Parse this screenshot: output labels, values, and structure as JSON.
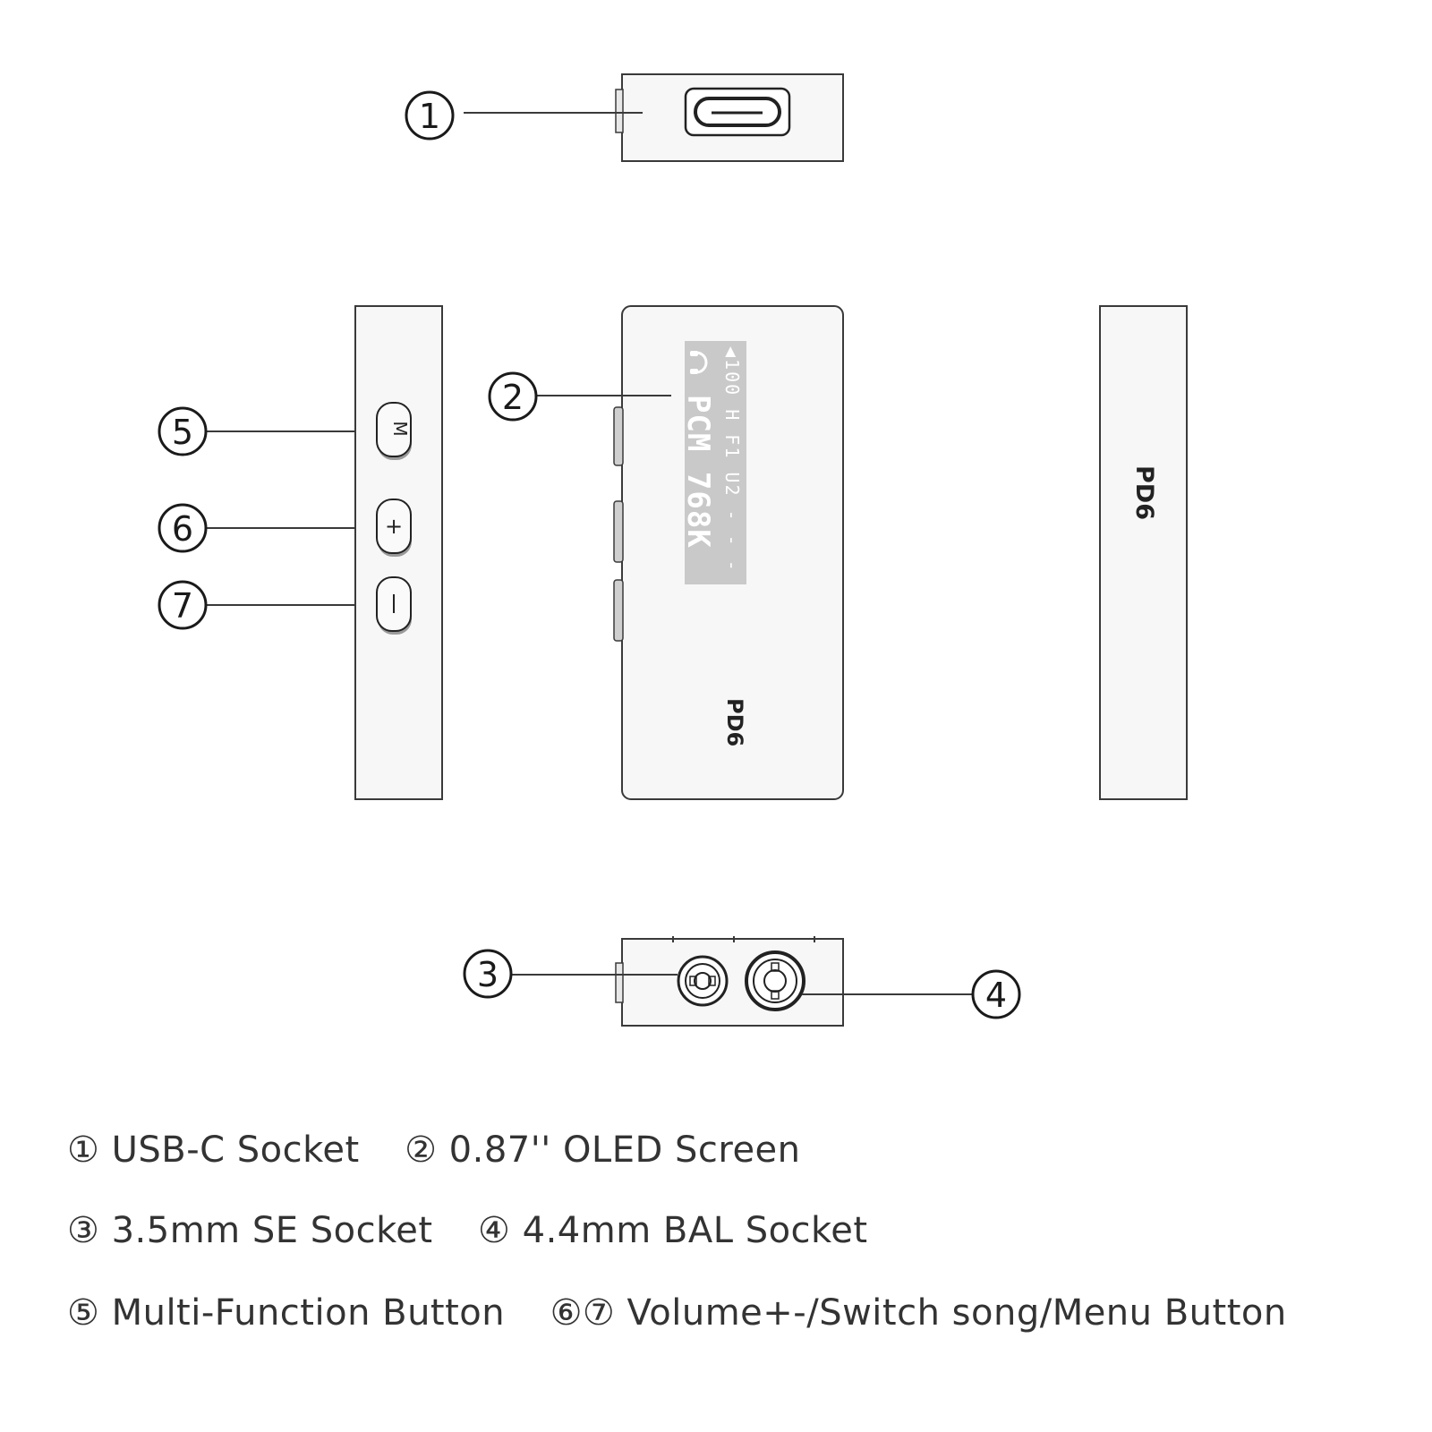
{
  "callouts": [
    {
      "number": "①",
      "part": "usb-c-socket"
    },
    {
      "number": "②",
      "part": "oled-screen"
    },
    {
      "number": "③",
      "part": "se-socket"
    },
    {
      "number": "④",
      "part": "bal-socket"
    },
    {
      "number": "⑤",
      "part": "multi-function-button"
    },
    {
      "number": "⑥",
      "part": "volume-up-button"
    },
    {
      "number": "⑦",
      "part": "volume-down-button"
    }
  ],
  "buttons": {
    "m": "M",
    "plus": "+",
    "minus": "−"
  },
  "screen": {
    "line1": "◀100 H F1 U2 - - -",
    "line2": "PCM 768K",
    "headphone_icon": "headphone-icon"
  },
  "device": {
    "model": "PD6",
    "back_label": "PD6"
  },
  "legend": {
    "l1a_num": "①",
    "l1a": "USB-C Socket",
    "l1b_num": "②",
    "l1b": "0.87'' OLED Screen",
    "l2a_num": "③",
    "l2a": "3.5mm SE Socket",
    "l2b_num": "④",
    "l2b": "4.4mm BAL Socket",
    "l3a_num": "⑤",
    "l3a": "Multi-Function Button",
    "l3b_num": "⑥⑦",
    "l3b": "Volume+-/Switch song/Menu Button"
  },
  "colors": {
    "stroke": "#3a3a3a",
    "body": "#f5f5f5",
    "screen": "#c9c9c9",
    "text": "#333333"
  }
}
